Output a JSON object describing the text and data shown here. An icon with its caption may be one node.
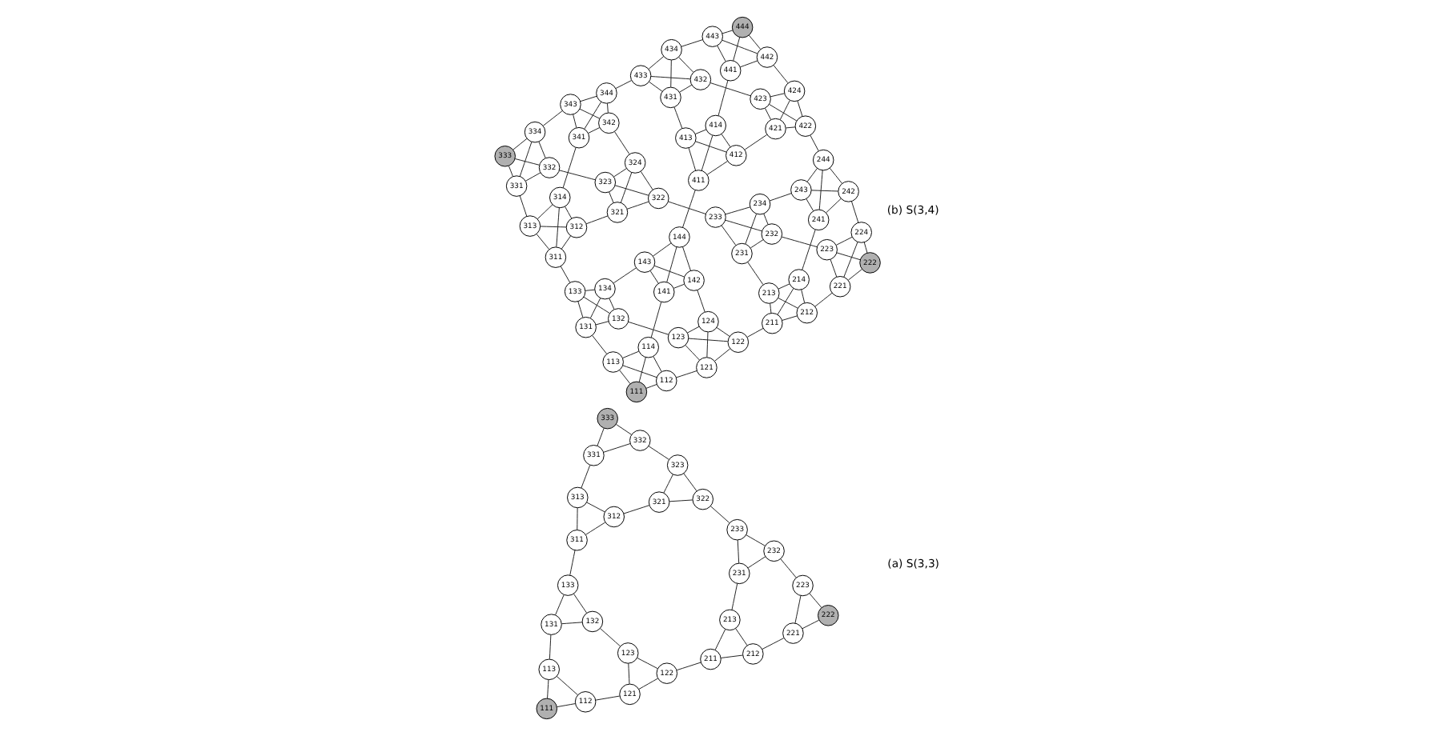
{
  "diagram": {
    "nodes": [
      {
        "text": [
          "111"
        ]
      },
      {
        "text": [
          "112"
        ]
      },
      {
        "text": [
          "113"
        ]
      },
      {
        "text": [
          "121"
        ]
      },
      {
        "text": [
          "122"
        ]
      },
      {
        "text": [
          "123"
        ]
      },
      {
        "text": [
          "131"
        ]
      },
      {
        "text": [
          "132"
        ]
      },
      {
        "text": [
          "133"
        ]
      },
      {
        "text": [
          "211"
        ]
      },
      {
        "text": [
          "212"
        ]
      },
      {
        "text": [
          "213"
        ]
      },
      {
        "text": [
          "221"
        ]
      },
      {
        "text": [
          "222"
        ]
      },
      {
        "text": [
          "223"
        ]
      },
      {
        "text": [
          "231"
        ]
      },
      {
        "text": [
          "232"
        ]
      },
      {
        "text": [
          "233"
        ]
      },
      {
        "text": [
          "311"
        ]
      },
      {
        "text": [
          "312"
        ]
      },
      {
        "text": [
          "313"
        ]
      },
      {
        "text": [
          "321"
        ]
      },
      {
        "text": [
          "322"
        ]
      },
      {
        "text": [
          "323"
        ]
      },
      {
        "text": [
          "331"
        ]
      },
      {
        "text": [
          "332"
        ]
      },
      {
        "text": [
          "333"
        ]
      },
      {
        "text": [
          "111"
        ]
      },
      {
        "text": [
          "112"
        ]
      },
      {
        "text": [
          "113"
        ]
      },
      {
        "text": [
          "114"
        ]
      },
      {
        "text": [
          "121"
        ]
      },
      {
        "text": [
          "122"
        ]
      },
      {
        "text": [
          "123"
        ]
      },
      {
        "text": [
          "124"
        ]
      },
      {
        "text": [
          "131"
        ]
      },
      {
        "text": [
          "132"
        ]
      },
      {
        "text": [
          "133"
        ]
      },
      {
        "text": [
          "134"
        ]
      },
      {
        "text": [
          "141"
        ]
      },
      {
        "text": [
          "142"
        ]
      },
      {
        "text": [
          "143"
        ]
      },
      {
        "text": [
          "144"
        ]
      },
      {
        "text": [
          "211"
        ]
      },
      {
        "text": [
          "212"
        ]
      },
      {
        "text": [
          "213"
        ]
      },
      {
        "text": [
          "214"
        ]
      },
      {
        "text": [
          "221"
        ]
      },
      {
        "text": [
          "222"
        ]
      },
      {
        "text": [
          "223"
        ]
      },
      {
        "text": [
          "224"
        ]
      },
      {
        "text": [
          "231"
        ]
      },
      {
        "text": [
          "232"
        ]
      },
      {
        "text": [
          "233"
        ]
      },
      {
        "text": [
          "234"
        ]
      },
      {
        "text": [
          "241"
        ]
      },
      {
        "text": [
          "242"
        ]
      },
      {
        "text": [
          "243"
        ]
      },
      {
        "text": [
          "244"
        ]
      },
      {
        "text": [
          "311"
        ]
      },
      {
        "text": [
          "312"
        ]
      },
      {
        "text": [
          "313"
        ]
      },
      {
        "text": [
          "314"
        ]
      },
      {
        "text": [
          "321"
        ]
      },
      {
        "text": [
          "322"
        ]
      },
      {
        "text": [
          "323"
        ]
      },
      {
        "text": [
          "324"
        ]
      },
      {
        "text": [
          "331"
        ]
      },
      {
        "text": [
          "332"
        ]
      },
      {
        "text": [
          "333"
        ]
      },
      {
        "text": [
          "334"
        ]
      },
      {
        "text": [
          "341"
        ]
      },
      {
        "text": [
          "342"
        ]
      },
      {
        "text": [
          "343"
        ]
      },
      {
        "text": [
          "344"
        ]
      },
      {
        "text": [
          "411"
        ]
      },
      {
        "text": [
          "412"
        ]
      },
      {
        "text": [
          "413"
        ]
      },
      {
        "text": [
          "414"
        ]
      },
      {
        "text": [
          "421"
        ]
      },
      {
        "text": [
          "422"
        ]
      },
      {
        "text": [
          "423"
        ]
      },
      {
        "text": [
          "424"
        ]
      },
      {
        "text": [
          "431"
        ]
      },
      {
        "text": [
          "432"
        ]
      },
      {
        "text": [
          "433"
        ]
      },
      {
        "text": [
          "434"
        ]
      },
      {
        "text": [
          "441"
        ]
      },
      {
        "text": [
          "442"
        ]
      },
      {
        "text": [
          "443"
        ]
      },
      {
        "text": [
          "444"
        ]
      }
    ],
    "edges": [
      {
        "from": 0,
        "to": 1,
        "arrow": "none"
      },
      {
        "from": 0,
        "to": 2,
        "arrow": "none"
      },
      {
        "from": 1,
        "to": 2,
        "arrow": "none"
      },
      {
        "from": 3,
        "to": 4,
        "arrow": "none"
      },
      {
        "from": 3,
        "to": 5,
        "arrow": "none"
      },
      {
        "from": 4,
        "to": 5,
        "arrow": "none"
      },
      {
        "from": 6,
        "to": 7,
        "arrow": "none"
      },
      {
        "from": 6,
        "to": 8,
        "arrow": "none"
      },
      {
        "from": 7,
        "to": 8,
        "arrow": "none"
      },
      {
        "from": 9,
        "to": 10,
        "arrow": "none"
      },
      {
        "from": 9,
        "to": 11,
        "arrow": "none"
      },
      {
        "from": 10,
        "to": 11,
        "arrow": "none"
      },
      {
        "from": 12,
        "to": 13,
        "arrow": "none"
      },
      {
        "from": 12,
        "to": 14,
        "arrow": "none"
      },
      {
        "from": 13,
        "to": 14,
        "arrow": "none"
      },
      {
        "from": 15,
        "to": 16,
        "arrow": "none"
      },
      {
        "from": 15,
        "to": 17,
        "arrow": "none"
      },
      {
        "from": 16,
        "to": 17,
        "arrow": "none"
      },
      {
        "from": 18,
        "to": 19,
        "arrow": "none"
      },
      {
        "from": 18,
        "to": 20,
        "arrow": "none"
      },
      {
        "from": 19,
        "to": 20,
        "arrow": "none"
      },
      {
        "from": 21,
        "to": 22,
        "arrow": "none"
      },
      {
        "from": 21,
        "to": 23,
        "arrow": "none"
      },
      {
        "from": 22,
        "to": 23,
        "arrow": "none"
      },
      {
        "from": 24,
        "to": 25,
        "arrow": "none"
      },
      {
        "from": 24,
        "to": 26,
        "arrow": "none"
      },
      {
        "from": 25,
        "to": 26,
        "arrow": "none"
      },
      {
        "from": 1,
        "to": 3,
        "arrow": "none"
      },
      {
        "from": 2,
        "to": 6,
        "arrow": "none"
      },
      {
        "from": 5,
        "to": 7,
        "arrow": "none"
      },
      {
        "from": 10,
        "to": 12,
        "arrow": "none"
      },
      {
        "from": 11,
        "to": 15,
        "arrow": "none"
      },
      {
        "from": 14,
        "to": 16,
        "arrow": "none"
      },
      {
        "from": 19,
        "to": 21,
        "arrow": "none"
      },
      {
        "from": 20,
        "to": 24,
        "arrow": "none"
      },
      {
        "from": 23,
        "to": 25,
        "arrow": "none"
      },
      {
        "from": 4,
        "to": 9,
        "arrow": "none"
      },
      {
        "from": 8,
        "to": 18,
        "arrow": "none"
      },
      {
        "from": 17,
        "to": 22,
        "arrow": "none"
      },
      {
        "from": 27,
        "to": 28,
        "arrow": "none"
      },
      {
        "from": 27,
        "to": 29,
        "arrow": "none"
      },
      {
        "from": 27,
        "to": 30,
        "arrow": "none"
      },
      {
        "from": 28,
        "to": 29,
        "arrow": "none"
      },
      {
        "from": 28,
        "to": 30,
        "arrow": "none"
      },
      {
        "from": 29,
        "to": 30,
        "arrow": "none"
      },
      {
        "from": 31,
        "to": 32,
        "arrow": "none"
      },
      {
        "from": 31,
        "to": 33,
        "arrow": "none"
      },
      {
        "from": 31,
        "to": 34,
        "arrow": "none"
      },
      {
        "from": 32,
        "to": 33,
        "arrow": "none"
      },
      {
        "from": 32,
        "to": 34,
        "arrow": "none"
      },
      {
        "from": 33,
        "to": 34,
        "arrow": "none"
      },
      {
        "from": 35,
        "to": 36,
        "arrow": "none"
      },
      {
        "from": 35,
        "to": 37,
        "arrow": "none"
      },
      {
        "from": 35,
        "to": 38,
        "arrow": "none"
      },
      {
        "from": 36,
        "to": 37,
        "arrow": "none"
      },
      {
        "from": 36,
        "to": 38,
        "arrow": "none"
      },
      {
        "from": 37,
        "to": 38,
        "arrow": "none"
      },
      {
        "from": 39,
        "to": 40,
        "arrow": "none"
      },
      {
        "from": 39,
        "to": 41,
        "arrow": "none"
      },
      {
        "from": 39,
        "to": 42,
        "arrow": "none"
      },
      {
        "from": 40,
        "to": 41,
        "arrow": "none"
      },
      {
        "from": 40,
        "to": 42,
        "arrow": "none"
      },
      {
        "from": 41,
        "to": 42,
        "arrow": "none"
      },
      {
        "from": 43,
        "to": 44,
        "arrow": "none"
      },
      {
        "from": 43,
        "to": 45,
        "arrow": "none"
      },
      {
        "from": 43,
        "to": 46,
        "arrow": "none"
      },
      {
        "from": 44,
        "to": 45,
        "arrow": "none"
      },
      {
        "from": 44,
        "to": 46,
        "arrow": "none"
      },
      {
        "from": 45,
        "to": 46,
        "arrow": "none"
      },
      {
        "from": 47,
        "to": 48,
        "arrow": "none"
      },
      {
        "from": 47,
        "to": 49,
        "arrow": "none"
      },
      {
        "from": 47,
        "to": 50,
        "arrow": "none"
      },
      {
        "from": 48,
        "to": 49,
        "arrow": "none"
      },
      {
        "from": 48,
        "to": 50,
        "arrow": "none"
      },
      {
        "from": 49,
        "to": 50,
        "arrow": "none"
      },
      {
        "from": 51,
        "to": 52,
        "arrow": "none"
      },
      {
        "from": 51,
        "to": 53,
        "arrow": "none"
      },
      {
        "from": 51,
        "to": 54,
        "arrow": "none"
      },
      {
        "from": 52,
        "to": 53,
        "arrow": "none"
      },
      {
        "from": 52,
        "to": 54,
        "arrow": "none"
      },
      {
        "from": 53,
        "to": 54,
        "arrow": "none"
      },
      {
        "from": 55,
        "to": 56,
        "arrow": "none"
      },
      {
        "from": 55,
        "to": 57,
        "arrow": "none"
      },
      {
        "from": 55,
        "to": 58,
        "arrow": "none"
      },
      {
        "from": 56,
        "to": 57,
        "arrow": "none"
      },
      {
        "from": 56,
        "to": 58,
        "arrow": "none"
      },
      {
        "from": 57,
        "to": 58,
        "arrow": "none"
      },
      {
        "from": 59,
        "to": 60,
        "arrow": "none"
      },
      {
        "from": 59,
        "to": 61,
        "arrow": "none"
      },
      {
        "from": 59,
        "to": 62,
        "arrow": "none"
      },
      {
        "from": 60,
        "to": 61,
        "arrow": "none"
      },
      {
        "from": 60,
        "to": 62,
        "arrow": "none"
      },
      {
        "from": 61,
        "to": 62,
        "arrow": "none"
      },
      {
        "from": 63,
        "to": 64,
        "arrow": "none"
      },
      {
        "from": 63,
        "to": 65,
        "arrow": "none"
      },
      {
        "from": 63,
        "to": 66,
        "arrow": "none"
      },
      {
        "from": 64,
        "to": 65,
        "arrow": "none"
      },
      {
        "from": 64,
        "to": 66,
        "arrow": "none"
      },
      {
        "from": 65,
        "to": 66,
        "arrow": "none"
      },
      {
        "from": 67,
        "to": 68,
        "arrow": "none"
      },
      {
        "from": 67,
        "to": 69,
        "arrow": "none"
      },
      {
        "from": 67,
        "to": 70,
        "arrow": "none"
      },
      {
        "from": 68,
        "to": 69,
        "arrow": "none"
      },
      {
        "from": 68,
        "to": 70,
        "arrow": "none"
      },
      {
        "from": 69,
        "to": 70,
        "arrow": "none"
      },
      {
        "from": 71,
        "to": 72,
        "arrow": "none"
      },
      {
        "from": 71,
        "to": 73,
        "arrow": "none"
      },
      {
        "from": 71,
        "to": 74,
        "arrow": "none"
      },
      {
        "from": 72,
        "to": 73,
        "arrow": "none"
      },
      {
        "from": 72,
        "to": 74,
        "arrow": "none"
      },
      {
        "from": 73,
        "to": 74,
        "arrow": "none"
      },
      {
        "from": 75,
        "to": 76,
        "arrow": "none"
      },
      {
        "from": 75,
        "to": 77,
        "arrow": "none"
      },
      {
        "from": 75,
        "to": 78,
        "arrow": "none"
      },
      {
        "from": 76,
        "to": 77,
        "arrow": "none"
      },
      {
        "from": 76,
        "to": 78,
        "arrow": "none"
      },
      {
        "from": 77,
        "to": 78,
        "arrow": "none"
      },
      {
        "from": 79,
        "to": 80,
        "arrow": "none"
      },
      {
        "from": 79,
        "to": 81,
        "arrow": "none"
      },
      {
        "from": 79,
        "to": 82,
        "arrow": "none"
      },
      {
        "from": 80,
        "to": 81,
        "arrow": "none"
      },
      {
        "from": 80,
        "to": 82,
        "arrow": "none"
      },
      {
        "from": 81,
        "to": 82,
        "arrow": "none"
      },
      {
        "from": 83,
        "to": 84,
        "arrow": "none"
      },
      {
        "from": 83,
        "to": 85,
        "arrow": "none"
      },
      {
        "from": 83,
        "to": 86,
        "arrow": "none"
      },
      {
        "from": 84,
        "to": 85,
        "arrow": "none"
      },
      {
        "from": 84,
        "to": 86,
        "arrow": "none"
      },
      {
        "from": 85,
        "to": 86,
        "arrow": "none"
      },
      {
        "from": 87,
        "to": 88,
        "arrow": "none"
      },
      {
        "from": 87,
        "to": 89,
        "arrow": "none"
      },
      {
        "from": 87,
        "to": 90,
        "arrow": "none"
      },
      {
        "from": 88,
        "to": 89,
        "arrow": "none"
      },
      {
        "from": 88,
        "to": 90,
        "arrow": "none"
      },
      {
        "from": 89,
        "to": 90,
        "arrow": "none"
      },
      {
        "from": 28,
        "to": 31,
        "arrow": "none"
      },
      {
        "from": 29,
        "to": 35,
        "arrow": "none"
      },
      {
        "from": 30,
        "to": 39,
        "arrow": "none"
      },
      {
        "from": 33,
        "to": 36,
        "arrow": "none"
      },
      {
        "from": 34,
        "to": 40,
        "arrow": "none"
      },
      {
        "from": 38,
        "to": 41,
        "arrow": "none"
      },
      {
        "from": 44,
        "to": 47,
        "arrow": "none"
      },
      {
        "from": 45,
        "to": 51,
        "arrow": "none"
      },
      {
        "from": 46,
        "to": 55,
        "arrow": "none"
      },
      {
        "from": 49,
        "to": 52,
        "arrow": "none"
      },
      {
        "from": 50,
        "to": 56,
        "arrow": "none"
      },
      {
        "from": 54,
        "to": 57,
        "arrow": "none"
      },
      {
        "from": 60,
        "to": 63,
        "arrow": "none"
      },
      {
        "from": 61,
        "to": 67,
        "arrow": "none"
      },
      {
        "from": 62,
        "to": 71,
        "arrow": "none"
      },
      {
        "from": 65,
        "to": 68,
        "arrow": "none"
      },
      {
        "from": 66,
        "to": 72,
        "arrow": "none"
      },
      {
        "from": 70,
        "to": 73,
        "arrow": "none"
      },
      {
        "from": 76,
        "to": 79,
        "arrow": "none"
      },
      {
        "from": 77,
        "to": 83,
        "arrow": "none"
      },
      {
        "from": 78,
        "to": 87,
        "arrow": "none"
      },
      {
        "from": 81,
        "to": 84,
        "arrow": "none"
      },
      {
        "from": 82,
        "to": 88,
        "arrow": "none"
      },
      {
        "from": 86,
        "to": 89,
        "arrow": "none"
      },
      {
        "from": 32,
        "to": 43,
        "arrow": "none"
      },
      {
        "from": 37,
        "to": 59,
        "arrow": "none"
      },
      {
        "from": 42,
        "to": 75,
        "arrow": "none"
      },
      {
        "from": 53,
        "to": 64,
        "arrow": "none"
      },
      {
        "from": 58,
        "to": 80,
        "arrow": "none"
      },
      {
        "from": 74,
        "to": 85,
        "arrow": "none"
      }
    ],
    "labels": [
      "(a) S(3,3)",
      "(b) S(3,4)"
    ]
  }
}
